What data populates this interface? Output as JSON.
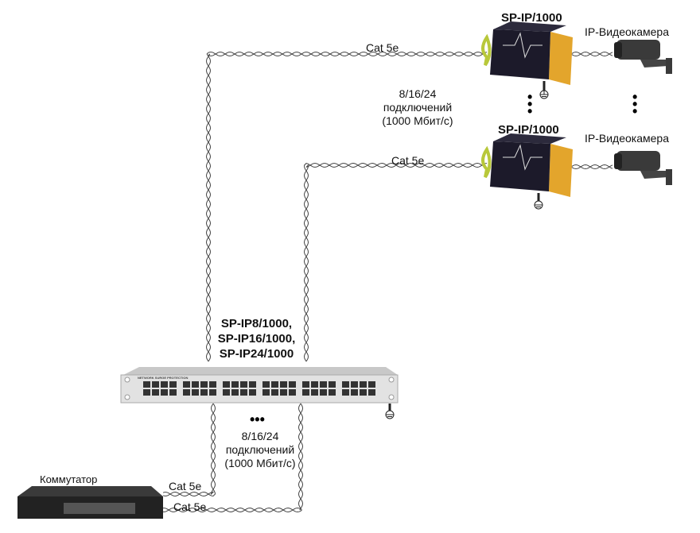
{
  "devices": {
    "remote_protector_1": "SP-IP/1000",
    "remote_protector_2": "SP-IP/1000",
    "camera_1": "IP-Видеокамера",
    "camera_2": "IP-Видеокамера",
    "panel_models": [
      "SP-IP8/1000,",
      "SP-IP16/1000,",
      "SP-IP24/1000"
    ],
    "panel_label": "NETWORK SURGE PROTECTION",
    "switch": "Коммутатор"
  },
  "cables": {
    "top": "Cat 5e",
    "middle": "Cat 5e",
    "bottom_1": "Cat 5e",
    "bottom_2": "Cat 5e"
  },
  "connections_note_top": [
    "8/16/24",
    "подключений",
    "(1000 Мбит/с)"
  ],
  "connections_note_bottom": [
    "8/16/24",
    "подключений",
    "(1000 Мбит/с)"
  ],
  "colors": {
    "protector_body": "#1c1a2a",
    "protector_bracket": "#e3a52c",
    "ground_wire": "#b8c83a",
    "panel": "#d8d8d8",
    "switch": "#2a2a2a"
  }
}
